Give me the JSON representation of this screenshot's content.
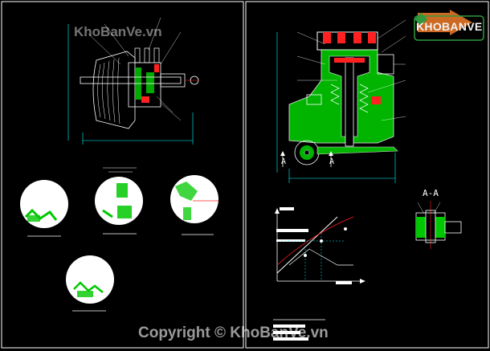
{
  "watermark_top": "KhoBanVe.vn",
  "watermark_bottom": "Copyright © KhoBanVe.vn",
  "logo_text": "KHOBANVE",
  "section_label": "A-A",
  "cut_label_left": "A",
  "cut_label_right": "A",
  "colors": {
    "background": "#000000",
    "border": "#ffffff",
    "drawing_line": "#ffffff",
    "hatch": "#00c800",
    "accent_red": "#ff2020",
    "dim_cyan": "#00ffff",
    "curve_yellow": "#ffff40",
    "logo_orange": "#f07c2a",
    "logo_green": "#2f9a3c"
  }
}
